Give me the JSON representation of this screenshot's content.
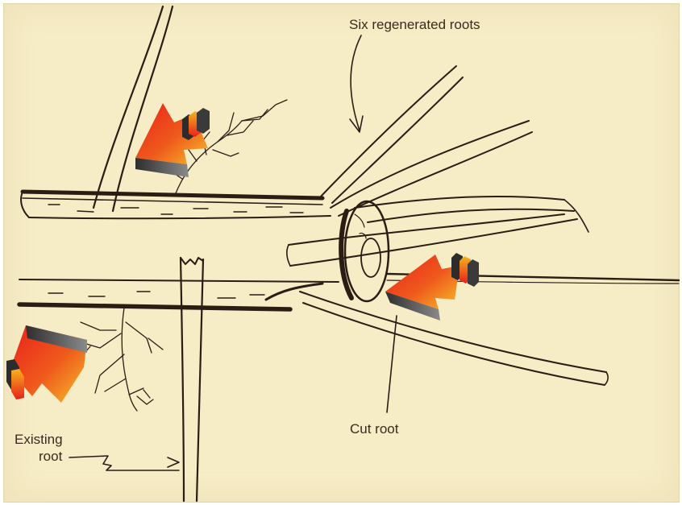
{
  "labels": {
    "regenerated_roots": "Six regenerated roots",
    "cut_root": "Cut root",
    "existing_root_line1": "Existing",
    "existing_root_line2": "root"
  },
  "colors": {
    "background": "#f6ecc6",
    "ink": "#2a1d14",
    "arrow_hot": "#e8201b",
    "arrow_warm": "#f4b41f",
    "arrow_dark": "#3c3c3c"
  },
  "icons": [
    "red-arrow-icon",
    "red-arrow-icon",
    "red-arrow-icon"
  ]
}
